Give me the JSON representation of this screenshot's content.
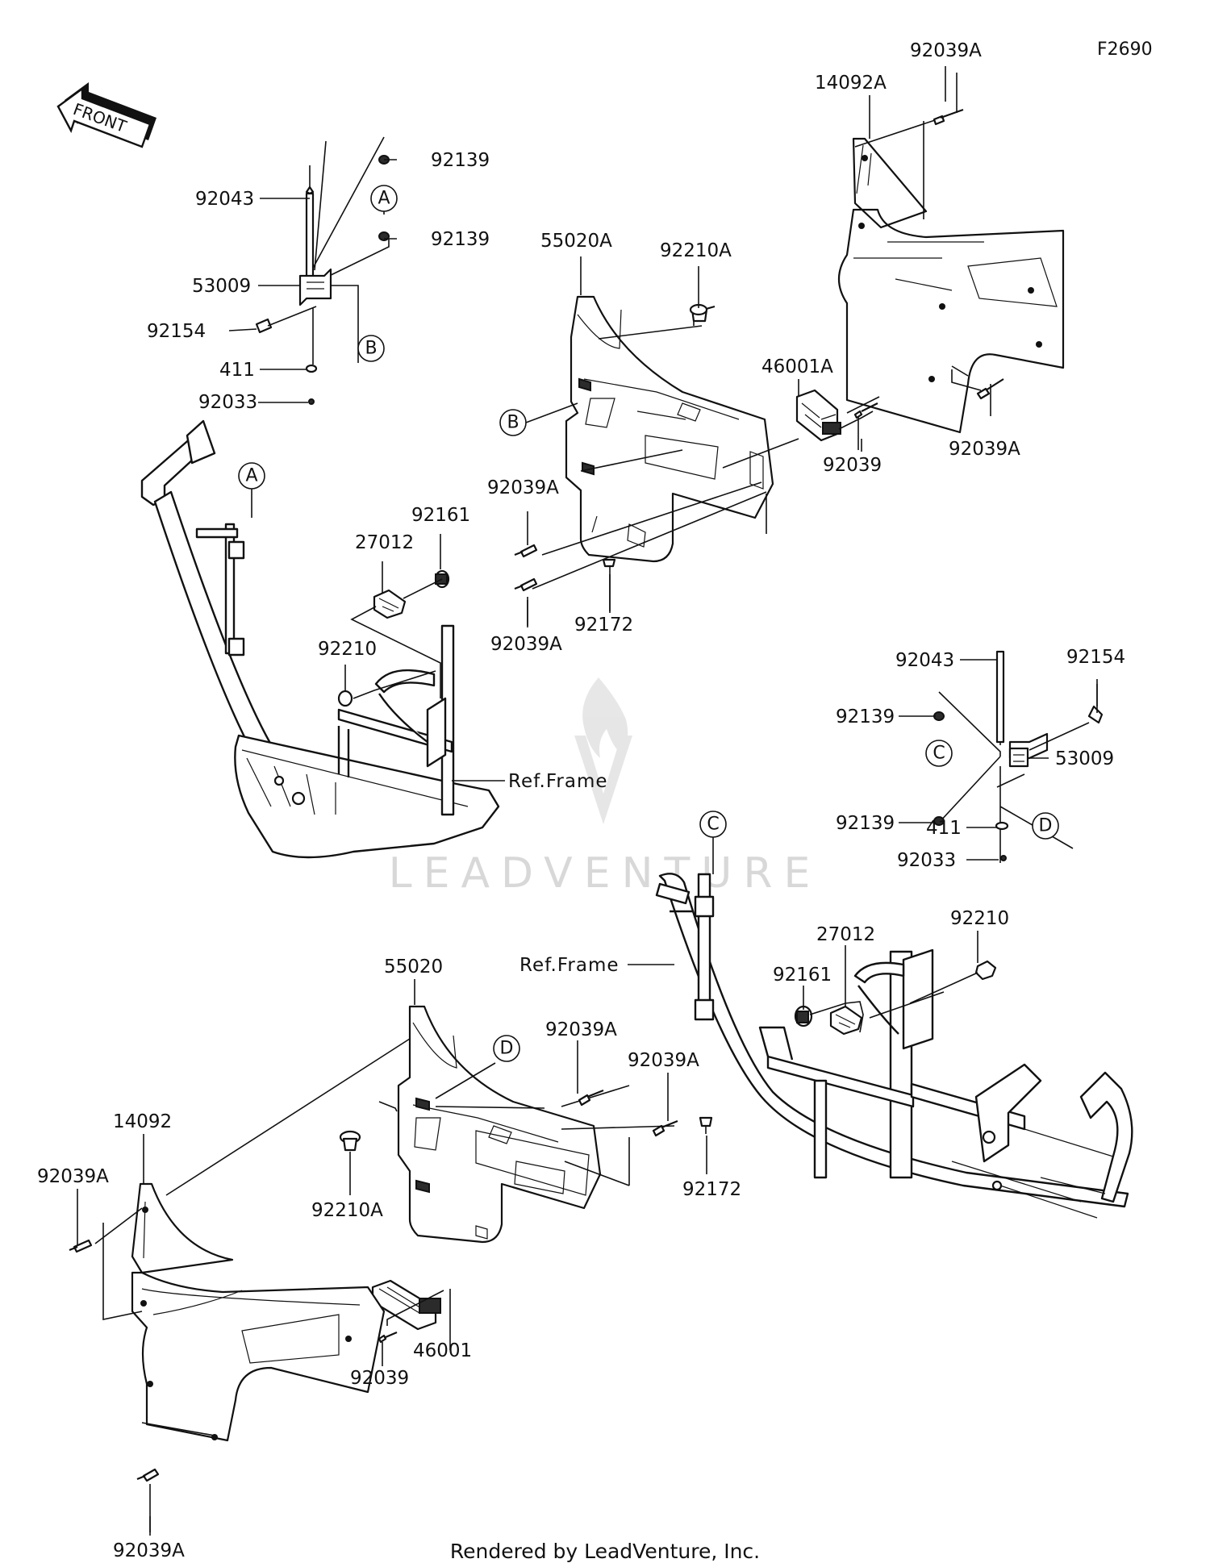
{
  "figure_code": "F2690",
  "front_arrow": {
    "label": "FRONT",
    "icon": "front-direction-arrow-icon"
  },
  "parts": {
    "p_14092A": "14092A",
    "p_92039A_top": "92039A",
    "p_92039A_right": "92039A",
    "p_55020A": "55020A",
    "p_92210A_top": "92210A",
    "p_46001A": "46001A",
    "p_92039_top": "92039",
    "p_92039A_mid1": "92039A",
    "p_92039A_mid2": "92039A",
    "p_92172_top": "92172",
    "p_92139_a1": "92139",
    "p_92139_a2": "92139",
    "p_92043_left": "92043",
    "p_53009_left": "53009",
    "p_92154_left": "92154",
    "p_411_left": "411",
    "p_92033_left": "92033",
    "p_27012_left": "27012",
    "p_92161_left": "92161",
    "p_92210_left": "92210",
    "p_92043_right": "92043",
    "p_92154_right": "92154",
    "p_92139_c1": "92139",
    "p_92139_c2": "92139",
    "p_53009_right": "53009",
    "p_411_right": "411",
    "p_92033_right": "92033",
    "p_27012_right": "27012",
    "p_92210_right": "92210",
    "p_92161_right": "92161",
    "p_55020": "55020",
    "p_92039A_b1": "92039A",
    "p_92039A_b2": "92039A",
    "p_92172_bottom": "92172",
    "p_14092": "14092",
    "p_92039A_b3": "92039A",
    "p_92210A_bottom": "92210A",
    "p_46001": "46001",
    "p_92039_bottom": "92039",
    "p_92039A_b4": "92039A"
  },
  "ref_frame_labels": [
    "Ref.Frame",
    "Ref.Frame"
  ],
  "callouts": [
    "A",
    "A",
    "B",
    "B",
    "C",
    "C",
    "D",
    "D"
  ],
  "watermark": "LEADVENTURE",
  "footer": "Rendered by LeadVenture, Inc."
}
